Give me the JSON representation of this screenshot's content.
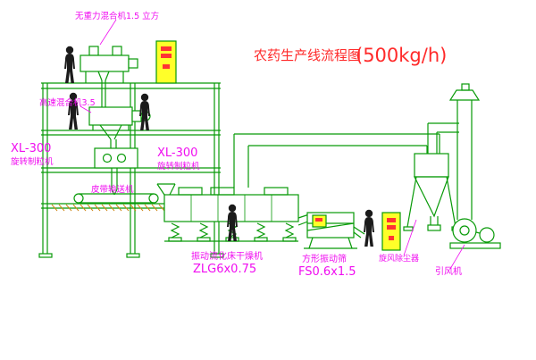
{
  "title": {
    "main": "农药生产线流程图",
    "capacity": "(500kg/h)"
  },
  "labels": {
    "gravity_mixer": "无重力混合机1.5 立方",
    "high_speed_mixer": "高速混合机3.5",
    "granulator_left_model": "XL-300",
    "granulator_left_name": "旋转制粒机",
    "granulator_mid_model": "XL-300",
    "granulator_mid_name": "旋转制粒机",
    "belt_conveyor": "皮带输送机",
    "dryer_name": "振动流化床干燥机",
    "dryer_model": "ZLG6x0.75",
    "sieve_name": "方形振动筛",
    "sieve_model": "FS0.6x1.5",
    "cyclone": "旋风除尘器",
    "fan": "引风机"
  },
  "colors": {
    "line_green": "#089a08",
    "label_magenta": "#f00df0",
    "title_red": "#ff2a2a",
    "cabinet_yellow": "#ffff29",
    "hatch_orange": "#d08818",
    "figure_black": "#1b1b1b"
  }
}
